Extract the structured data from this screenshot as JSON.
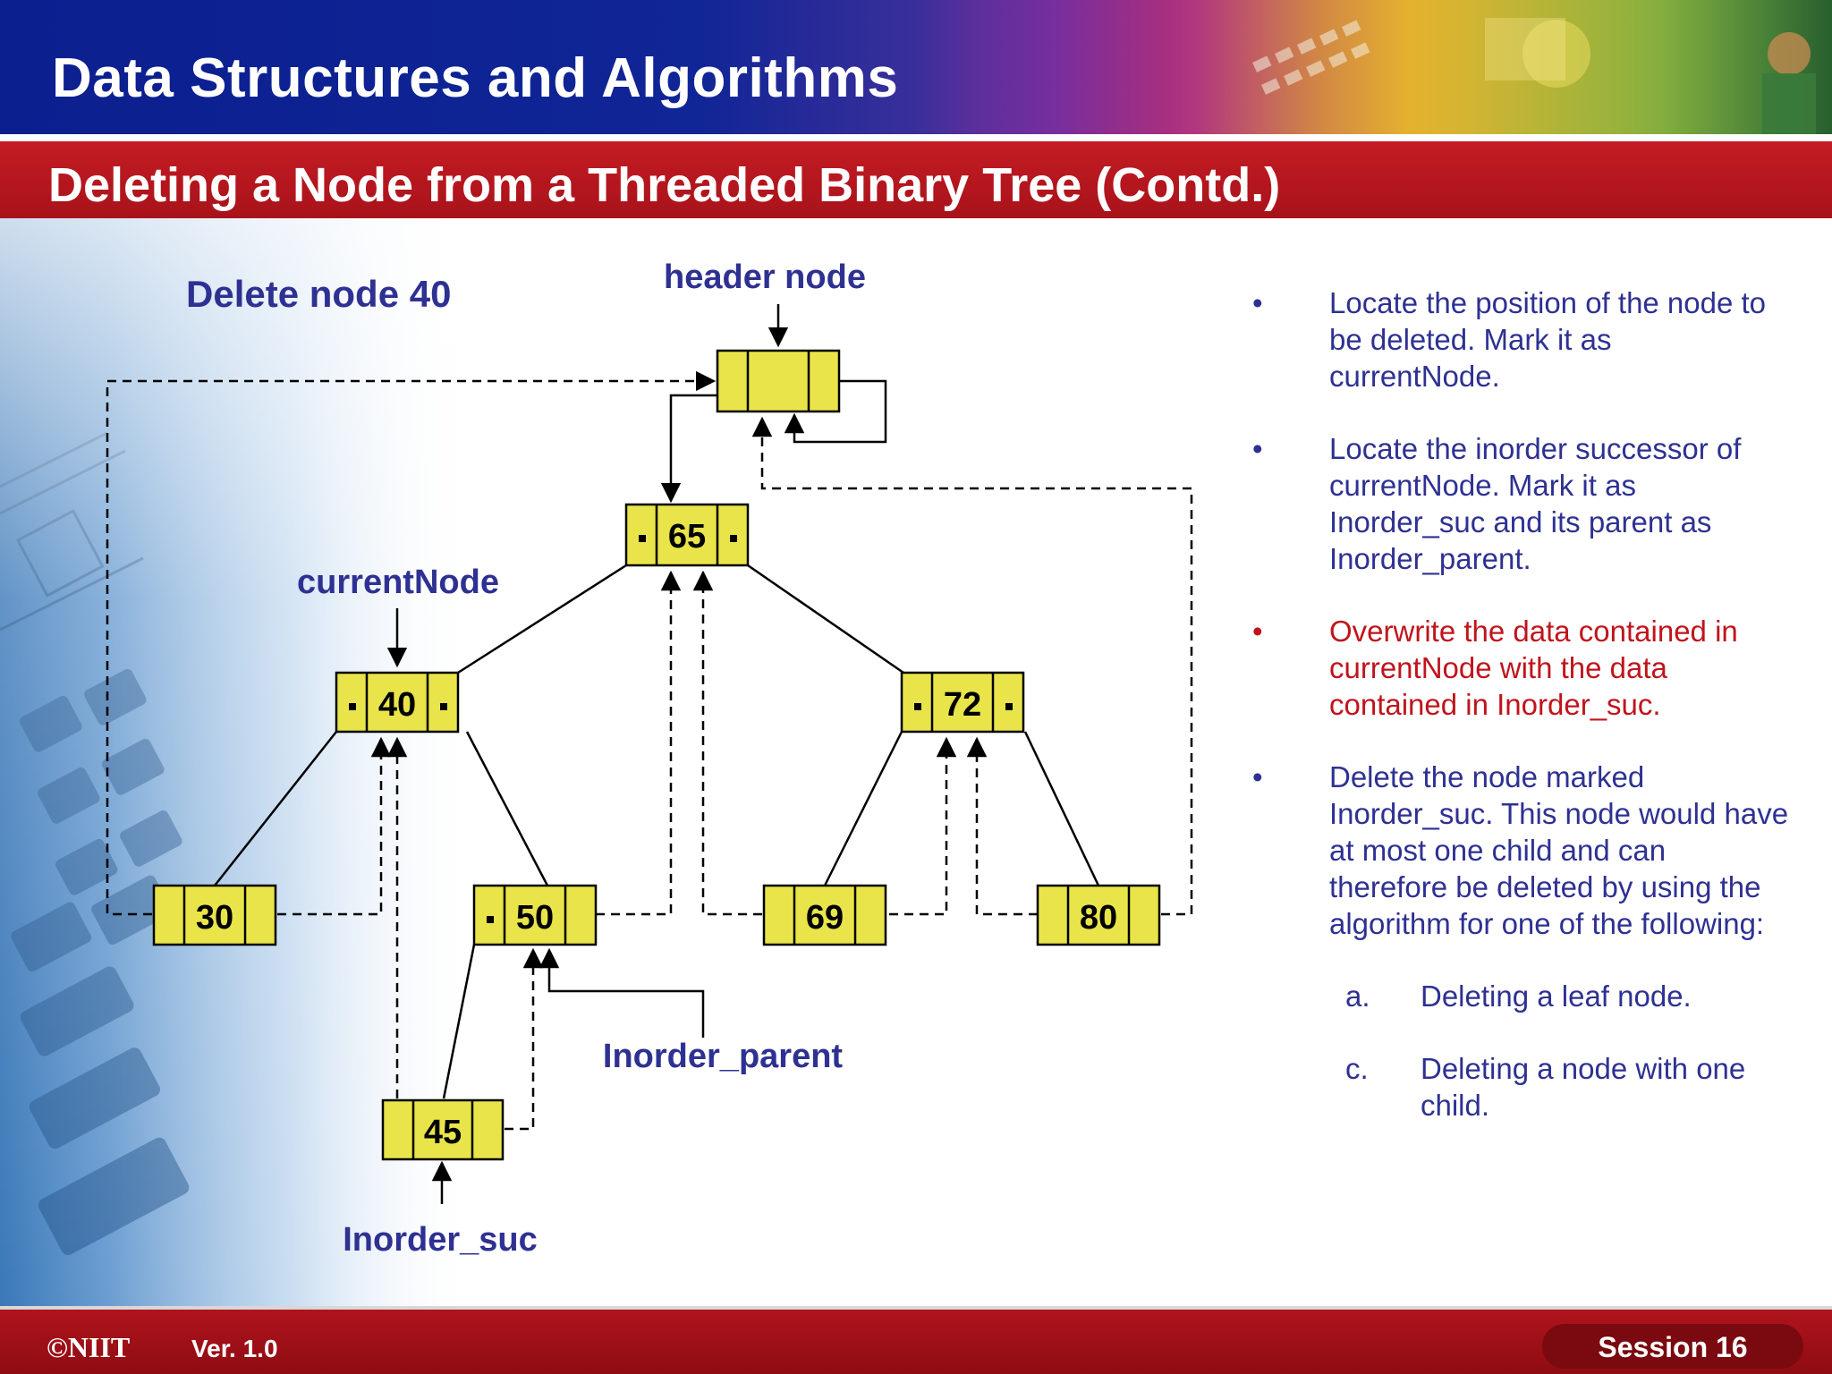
{
  "header": {
    "title": "Data Structures and Algorithms",
    "subtitle": "Deleting a Node from a Threaded Binary Tree (Contd.)"
  },
  "diagram": {
    "caption": "Delete node 40",
    "labels": {
      "header_node": "header node",
      "current_node": "currentNode",
      "inorder_parent": "Inorder_parent",
      "inorder_suc": "Inorder_suc"
    },
    "nodes": [
      "65",
      "40",
      "72",
      "30",
      "50",
      "69",
      "80",
      "45"
    ]
  },
  "bullets": [
    "Locate the position of the node to be deleted. Mark it as currentNode.",
    "Locate the inorder successor of currentNode. Mark it as Inorder_suc and its parent as Inorder_parent.",
    "Overwrite the data contained in currentNode with the data contained in Inorder_suc.",
    "Delete the node marked Inorder_suc. This node would have at most one child and can therefore be deleted by using the algorithm for one of the following:"
  ],
  "sub_items": [
    {
      "letter": "a.",
      "text": "Deleting a leaf node."
    },
    {
      "letter": "c.",
      "text": "Deleting a node with one child."
    }
  ],
  "footer": {
    "logo": "©NIIT",
    "version": "Ver.  1.0",
    "session": "Session 16"
  },
  "colors": {
    "title_blue": "#2e3192",
    "highlight_red": "#c0141c",
    "node_fill": "#e8e44a"
  }
}
